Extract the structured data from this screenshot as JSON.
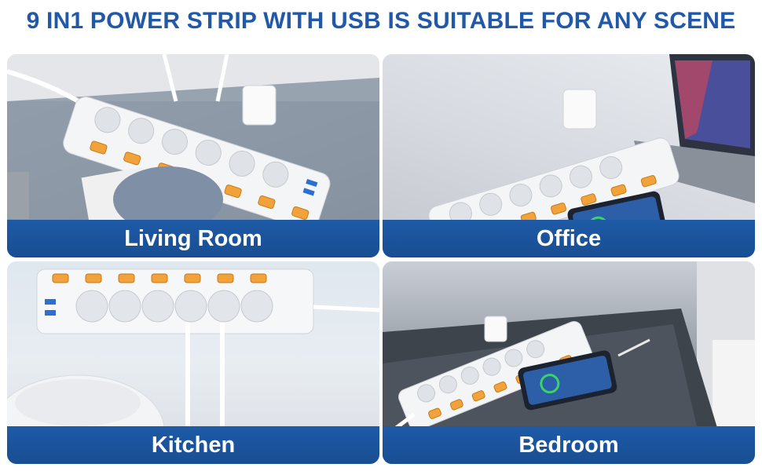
{
  "headline": "9 IN1 POWER STRIP WITH USB IS SUITABLE FOR ANY SCENE",
  "scenes": [
    {
      "label": "Living Room"
    },
    {
      "label": "Office"
    },
    {
      "label": "Kitchen"
    },
    {
      "label": "Bedroom"
    }
  ],
  "colors": {
    "headline": "#2158a8",
    "banner": "#1e5aa6",
    "switch": "#f2a23a",
    "strip": "#f4f5f7"
  }
}
